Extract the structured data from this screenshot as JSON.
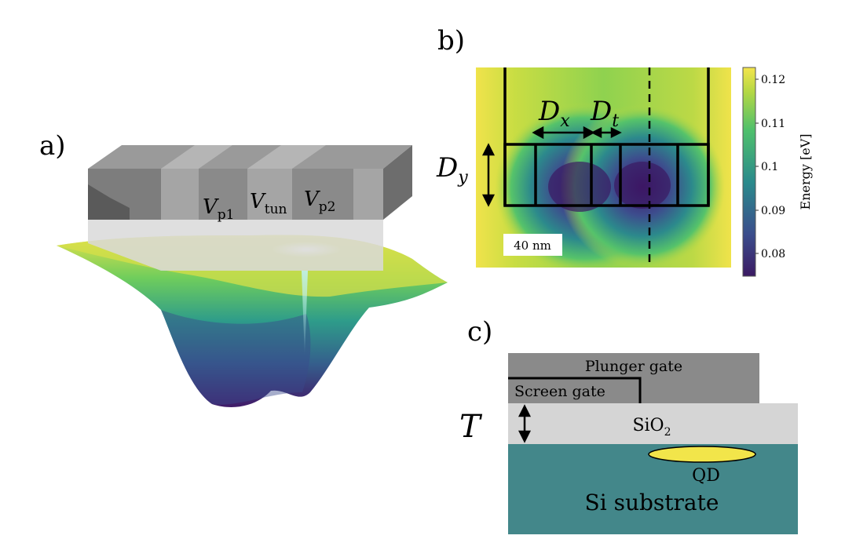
{
  "panels": {
    "a": {
      "label": "a)",
      "gate_left": "V",
      "gate_left_sub": "p1",
      "gate_mid": "V",
      "gate_mid_sub": "tun",
      "gate_right": "V",
      "gate_right_sub": "p2"
    },
    "b": {
      "label": "b)",
      "dim_x": "D",
      "dim_x_sub": "x",
      "dim_t": "D",
      "dim_t_sub": "t",
      "dim_y": "D",
      "dim_y_sub": "y",
      "scale_bar": "40 nm",
      "colorbar_label": "Energy [eV]",
      "colorbar_ticks": [
        "0.12",
        "0.11",
        "0.1",
        "0.09",
        "0.08"
      ]
    },
    "c": {
      "label": "c)",
      "plunger": "Plunger gate",
      "screen": "Screen gate",
      "oxide": "SiO",
      "oxide_sub": "2",
      "dim_t": "T",
      "dot": "QD",
      "substrate": "Si substrate"
    }
  },
  "colors": {
    "gate_dark": "#8a8a8a",
    "gate_light": "#bcbcbc",
    "oxide": "#d5d5d5",
    "substrate": "#43878a",
    "dot": "#f2e54a",
    "viridis_low": "#3b1a63",
    "viridis_high": "#f2e54a"
  }
}
